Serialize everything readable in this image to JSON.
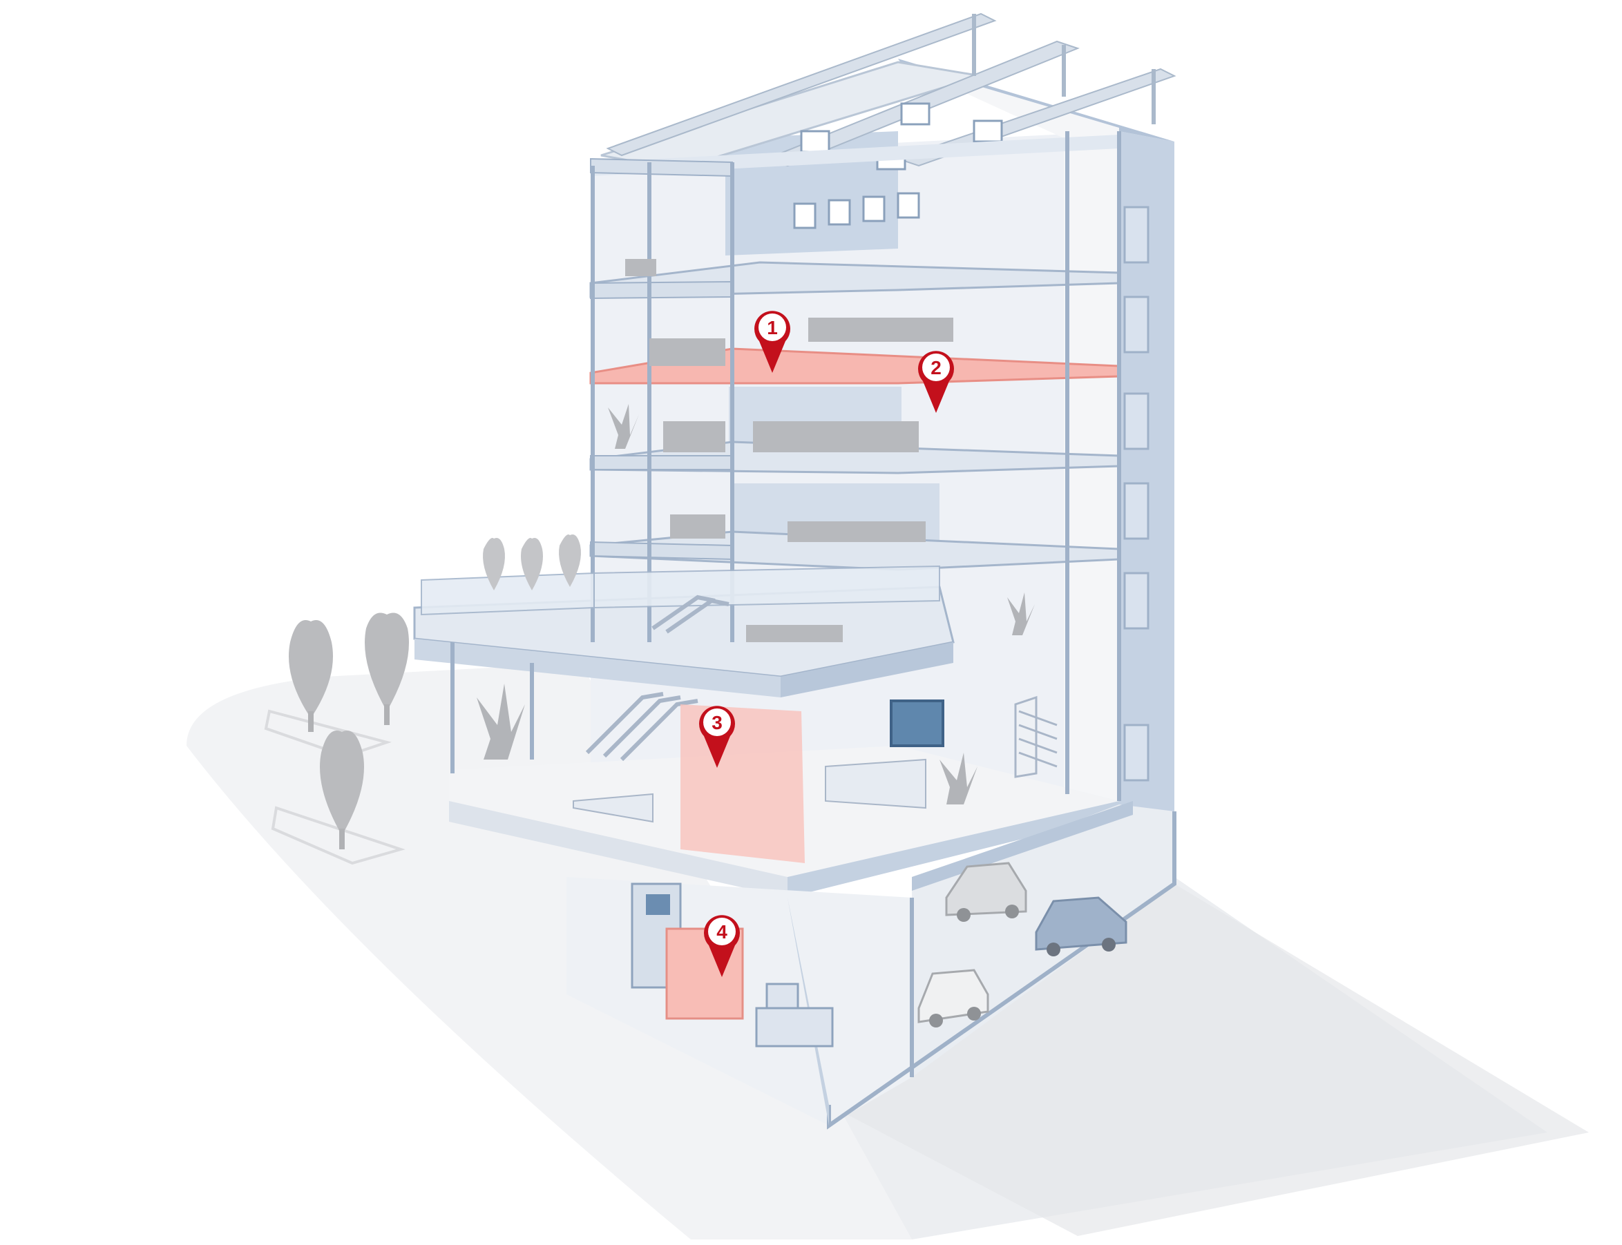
{
  "colors": {
    "wall": "#bfcde0",
    "wall_dark": "#a9bbd2",
    "slab": "#e9eef5",
    "slab_edge": "#9fb1c8",
    "floor": "#f2f2f3",
    "ground": "#eeeff1",
    "shadow": "#e2e3e6",
    "tree": "#b9babd",
    "furniture": "#b2b4b8",
    "highlight": "#f6a7a0",
    "marker": "#c3101c",
    "glass": "#dfe7f1"
  },
  "markers": [
    {
      "id": "1",
      "label": "1"
    },
    {
      "id": "2",
      "label": "2"
    },
    {
      "id": "3",
      "label": "3"
    },
    {
      "id": "4",
      "label": "4"
    }
  ],
  "icons": {
    "marker": "map-pin-icon",
    "tree": "cypress-tree-icon",
    "car": "car-icon",
    "escalator": "escalator-icon",
    "plant": "potted-plant-icon",
    "solar": "solar-panel-icon"
  }
}
